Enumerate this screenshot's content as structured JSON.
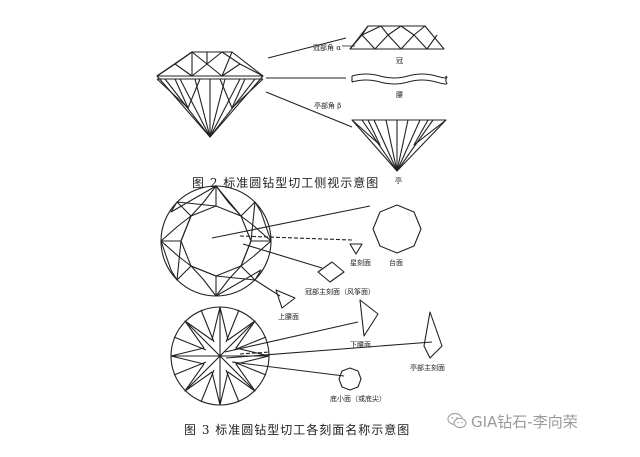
{
  "figure2": {
    "caption": "图 2   标准圆钻型切工侧视示意图",
    "labels": {
      "crown_angle": "冠部角 α",
      "crown": "冠",
      "girdle": "腰",
      "pavilion_angle": "亭部角 β",
      "pavilion": "亭"
    }
  },
  "figure3": {
    "caption": "图 3   标准圆钻型切工各刻面名称示意图",
    "labels": {
      "star_facet": "星刻面",
      "table": "台面",
      "bezel_facet": "冠部主刻面（风筝面）",
      "upper_girdle": "上腰面",
      "lower_girdle": "下腰面",
      "pavilion_main": "亭部主刻面",
      "culet": "底小面（或底尖）"
    }
  },
  "watermark": {
    "text": "GIA钻石-李向荣",
    "icon": "wechat-icon"
  }
}
